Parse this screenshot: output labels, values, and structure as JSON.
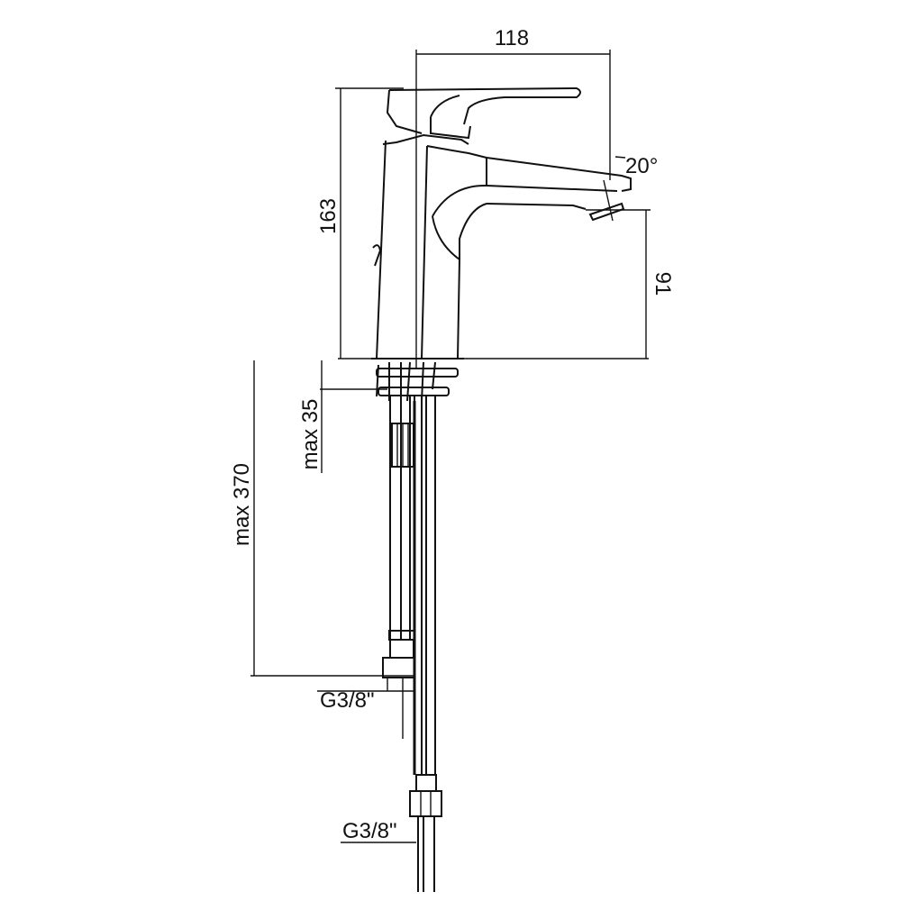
{
  "drawing": {
    "title": "Basin mixer tap dimension drawing",
    "dimensions": {
      "spout_reach": "118",
      "total_height": "163",
      "spout_angle": "20°",
      "spout_height": "91",
      "max_hose_length": "max 370",
      "max_deck_thickness": "max 35",
      "connection_upper": "G3/8\"",
      "connection_lower": "G3/8\""
    },
    "colors": {
      "line": "#111111",
      "background": "#ffffff"
    }
  }
}
